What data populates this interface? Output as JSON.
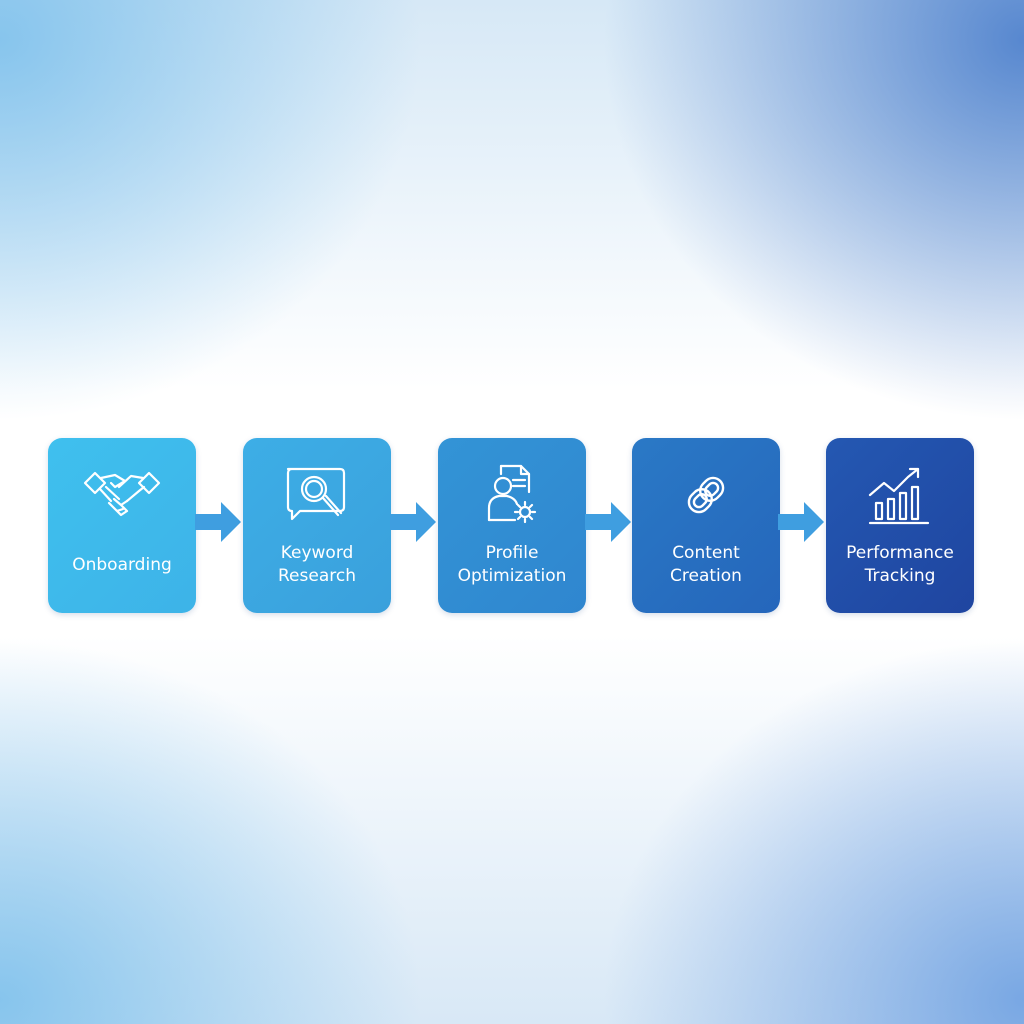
{
  "diagram": {
    "steps": [
      {
        "label": "Onboarding",
        "icon": "handshake-icon",
        "color_start": "#3fc0ee",
        "color_end": "#3db3e8"
      },
      {
        "label": "Keyword\nResearch",
        "icon": "search-chat-icon",
        "color_start": "#3daee6",
        "color_end": "#3aa0dc"
      },
      {
        "label": "Profile\nOptimization",
        "icon": "profile-settings-icon",
        "color_start": "#3394d6",
        "color_end": "#2f86cf"
      },
      {
        "label": "Content\nCreation",
        "icon": "link-icon",
        "color_start": "#2a79c6",
        "color_end": "#2566bb"
      },
      {
        "label": "Performance\nTracking",
        "icon": "growth-chart-icon",
        "color_start": "#2458b2",
        "color_end": "#1f45a0"
      }
    ],
    "arrow_color": "#3f9ee0"
  }
}
